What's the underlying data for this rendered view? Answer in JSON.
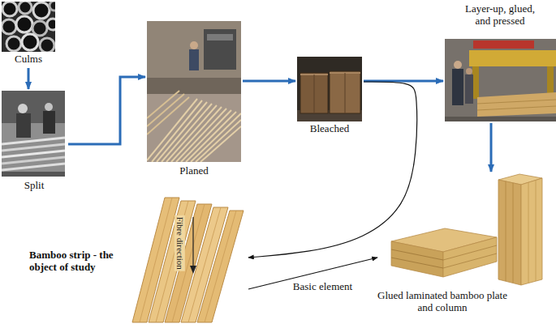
{
  "diagram": {
    "nodes": [
      {
        "text": [
          "Culms"
        ]
      },
      {
        "text": [
          "Split"
        ]
      },
      {
        "text": [
          "Planed"
        ]
      },
      {
        "text": [
          "Bleached"
        ]
      },
      {
        "text": [
          "Layer-up, glued, and pressed"
        ]
      },
      {
        "text": [
          "Bamboo strip - the object of study"
        ]
      },
      {
        "text": [
          "Glued laminated bamboo plate and column"
        ]
      }
    ],
    "edges": [
      {
        "from": 0,
        "to": 1,
        "arrow": "to"
      },
      {
        "from": 1,
        "to": 2,
        "arrow": "to"
      },
      {
        "from": 2,
        "to": 3,
        "arrow": "to"
      },
      {
        "from": 3,
        "to": 4,
        "arrow": "to"
      },
      {
        "from": 4,
        "to": 6,
        "arrow": "to"
      },
      {
        "from": 3,
        "to": 5,
        "arrow": "to"
      },
      {
        "from": 5,
        "to": 6,
        "label": "Basic element",
        "arrow": "to"
      }
    ],
    "labels": [
      "Fibre direction"
    ]
  }
}
